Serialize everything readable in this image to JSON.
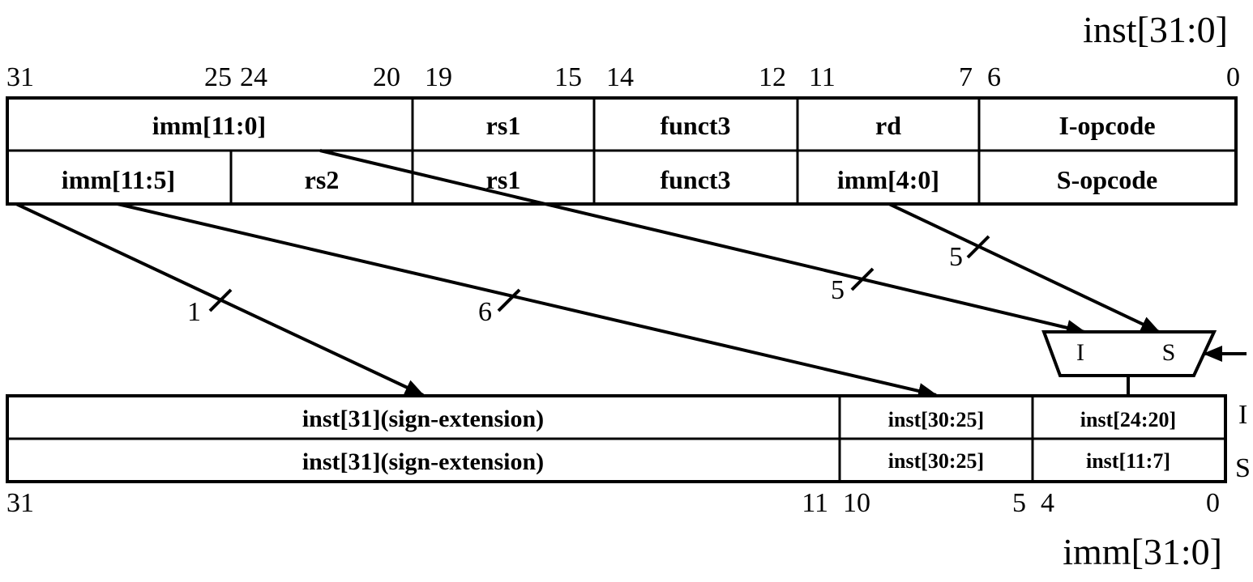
{
  "inst_title": "inst[31:0]",
  "imm_title": "imm[31:0]",
  "inst_bits": [
    "31",
    "25",
    "24",
    "20",
    "19",
    "15",
    "14",
    "12",
    "11",
    "7",
    "6",
    "0"
  ],
  "i_type_fields": [
    "imm[11:0]",
    "rs1",
    "funct3",
    "rd",
    "I-opcode"
  ],
  "s_type_fields": [
    "imm[11:5]",
    "rs2",
    "rs1",
    "funct3",
    "imm[4:0]",
    "S-opcode"
  ],
  "bus_widths": {
    "sign_bit": "1",
    "imm_11_5": "6",
    "i_imm_low": "5",
    "s_imm_low": "5"
  },
  "mux": {
    "input_i": "I",
    "input_s": "S"
  },
  "imm_rows": [
    {
      "fields": [
        "inst[31](sign-extension)",
        "inst[30:25]",
        "inst[24:20]"
      ],
      "label": "I"
    },
    {
      "fields": [
        "inst[31](sign-extension)",
        "inst[30:25]",
        "inst[11:7]"
      ],
      "label": "S"
    }
  ],
  "imm_bits": [
    "31",
    "11",
    "10",
    "5",
    "4",
    "0"
  ]
}
